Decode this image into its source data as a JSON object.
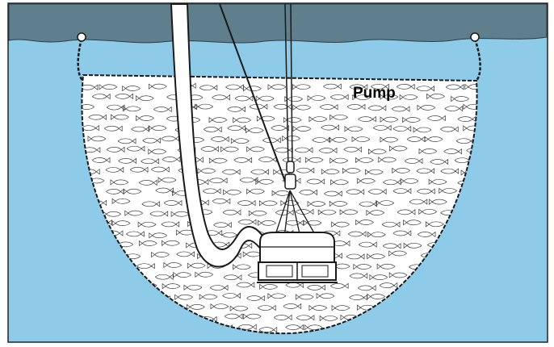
{
  "diagram": {
    "labels": {
      "pump": "Pump"
    },
    "colors": {
      "water": "#8ecbe8",
      "surface": "#5f7f8c",
      "net": "#ffffff",
      "ink": "#1a1a1a",
      "frame": "#222222"
    },
    "elements": [
      "sea-surface",
      "purse-net",
      "fish-school",
      "suction-hose",
      "lift-cables",
      "fish-pump",
      "float-buoys"
    ]
  }
}
